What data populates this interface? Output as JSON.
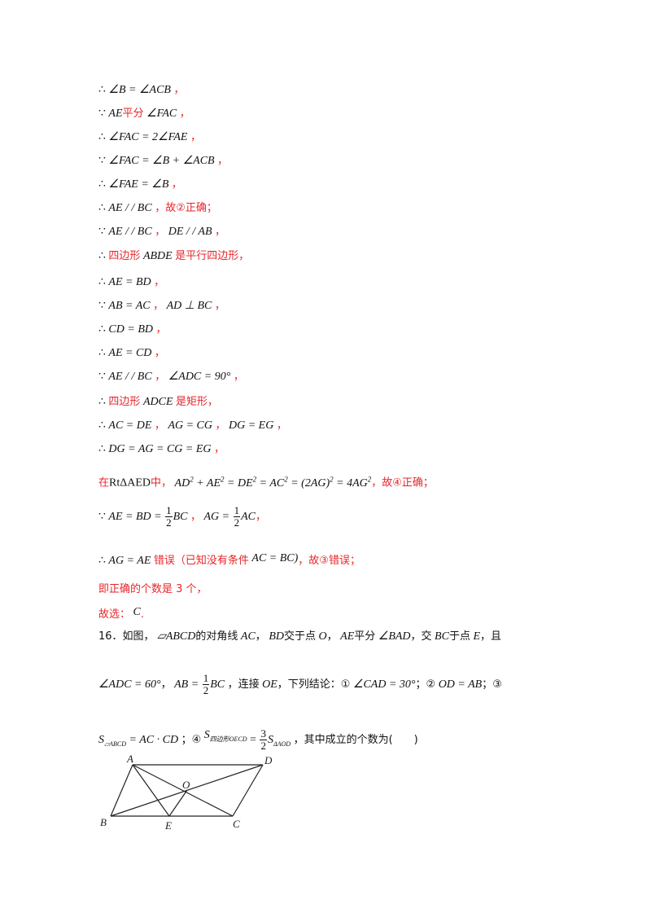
{
  "solution_lines": [
    {
      "math": "∠B = ∠ACB",
      "prefix": "∴ ",
      "suffix": "，"
    },
    {
      "prefix": "∵",
      "math": "AE",
      "red": "平分",
      "math2": "∠FAC",
      "suffix": "，"
    },
    {
      "prefix": "∴ ",
      "math": "∠FAC = 2∠FAE",
      "suffix": "，"
    },
    {
      "prefix": "∵",
      "math": "∠FAC = ∠B + ∠ACB",
      "suffix": "，"
    },
    {
      "prefix": "∴ ",
      "math": "∠FAE = ∠B",
      "suffix": "，"
    },
    {
      "prefix": "∴ ",
      "math": "AE / / BC",
      "red": "，故②正确；"
    },
    {
      "prefix": "∵",
      "math": "AE / / BC",
      "sep": "，",
      "math2": "DE / / AB",
      "suffix": "，"
    },
    {
      "prefix": "∴ ",
      "red": "四边形",
      "math": "ABDE",
      "red2": "是平行四边形，"
    },
    {
      "prefix": "∴ ",
      "math": "AE = BD",
      "suffix": "，"
    },
    {
      "prefix": "∵",
      "math": "AB = AC",
      "sep": "，",
      "math2": "AD ⊥ BC",
      "suffix": "，"
    },
    {
      "prefix": "∴ ",
      "math": "CD = BD",
      "suffix": "，"
    },
    {
      "prefix": "∴ ",
      "math": "AE = CD",
      "suffix": "，"
    },
    {
      "prefix": "∵",
      "math": "AE / / BC",
      "sep": "，",
      "math2": "∠ADC = 90°",
      "suffix": "，"
    },
    {
      "prefix": "∴ ",
      "red": "四边形",
      "math": "ADCE",
      "red2": "是矩形，"
    },
    {
      "prefix": "∴ ",
      "math": "AC = DE",
      "sep": "，",
      "math2": "AG = CG",
      "sep2": "，",
      "math3": "DG = EG",
      "suffix": "，"
    },
    {
      "prefix": "∴ ",
      "math": "DG = AG = CG = EG",
      "suffix": "，"
    }
  ],
  "rt_line": {
    "red_prefix": "在",
    "triangle": "RtΔAED",
    "red_mid": "中，",
    "eq_parts": [
      "AD",
      "2",
      " + AE",
      "2",
      " = DE",
      "2",
      " = AC",
      "2",
      " = (2AG)",
      "2",
      " = 4AG",
      "2"
    ],
    "red_suffix": "，故④正确；"
  },
  "half_line": {
    "prefix": "∵ ",
    "math1": "AE = BD =",
    "frac_num": "1",
    "frac_den": "2",
    "math1b": "BC",
    "sep": "，",
    "math2": "AG =",
    "math2b": "AC",
    "suffix": "，"
  },
  "wrong_line": {
    "prefix": "∴ ",
    "math": "AG = AE",
    "red": "错误（已知没有条件",
    "math2": "AC = BC)",
    "red2": "，故③错误；"
  },
  "count_line": "即正确的个数是 3 个，",
  "choice_line": {
    "red": "故选：",
    "math": "C",
    "suffix": "."
  },
  "question": {
    "number": "16．",
    "line1": {
      "t1": "如图，",
      "m1": "▱ABCD",
      "t2": "的对角线",
      "m2": "AC",
      "t3": "，",
      "m3": "BD",
      "t4": "交于点",
      "m4": "O",
      "t5": "，",
      "m5": "AE",
      "t6": "平分",
      "m6": "∠BAD",
      "t7": "，交",
      "m7": "BC",
      "t8": "于点",
      "m8": "E",
      "t9": "，且"
    },
    "line2": {
      "m1": "∠ADC = 60°",
      "t1": "，",
      "m2": "AB =",
      "frac_num": "1",
      "frac_den": "2",
      "m2b": "BC",
      "t2": "，连接",
      "m3": "OE",
      "t3": "，下列结论：①",
      "m4": "∠CAD = 30°",
      "t4": "；②",
      "m5": "OD = AB",
      "t5": "；③"
    },
    "line3": {
      "m1": "S",
      "m1sub": "▱ABCD",
      "m1b": " = AC · CD",
      "t1": "；④",
      "m2": "S",
      "m2sub": "四边形OECD",
      "m2eq": " =",
      "frac_num": "3",
      "frac_den": "2",
      "m3": "S",
      "m3sub": "ΔAOD",
      "t2": "，其中成立的个数为(　　)"
    }
  },
  "figure": {
    "labels": {
      "A": "A",
      "B": "B",
      "C": "C",
      "D": "D",
      "E": "E",
      "O": "O"
    }
  },
  "colors": {
    "red": "#e8262a",
    "text": "#111111"
  }
}
